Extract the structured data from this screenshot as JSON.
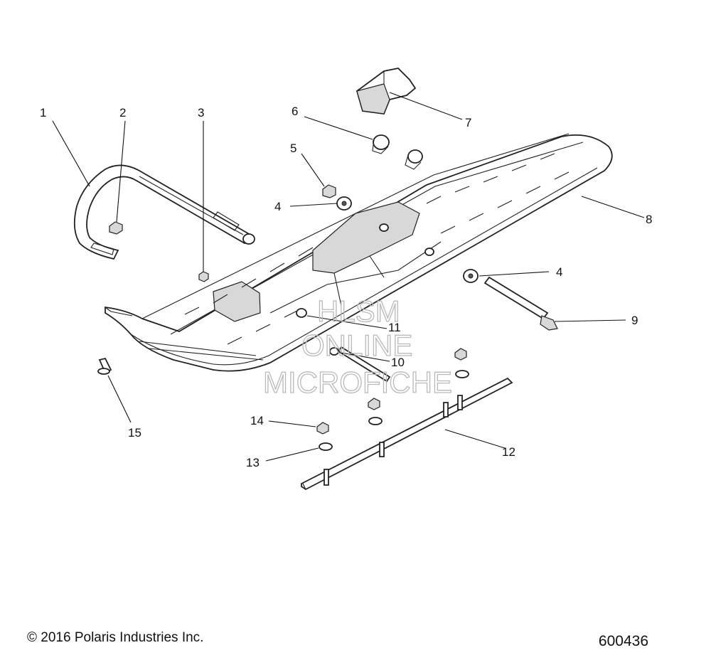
{
  "callouts": [
    {
      "id": "1",
      "label": "1"
    },
    {
      "id": "2",
      "label": "2"
    },
    {
      "id": "3",
      "label": "3"
    },
    {
      "id": "4a",
      "label": "4"
    },
    {
      "id": "4b",
      "label": "4"
    },
    {
      "id": "5",
      "label": "5"
    },
    {
      "id": "6",
      "label": "6"
    },
    {
      "id": "7",
      "label": "7"
    },
    {
      "id": "8",
      "label": "8"
    },
    {
      "id": "9",
      "label": "9"
    },
    {
      "id": "10",
      "label": "10"
    },
    {
      "id": "11",
      "label": "11"
    },
    {
      "id": "12",
      "label": "12"
    },
    {
      "id": "13",
      "label": "13"
    },
    {
      "id": "14",
      "label": "14"
    },
    {
      "id": "15",
      "label": "15"
    }
  ],
  "watermark": {
    "line1": "HLSM",
    "line2": "ONLINE",
    "line3": "MICROFICHE"
  },
  "footer": {
    "copyright": "© 2016 Polaris Industries Inc.",
    "drawing_id": "600436"
  }
}
